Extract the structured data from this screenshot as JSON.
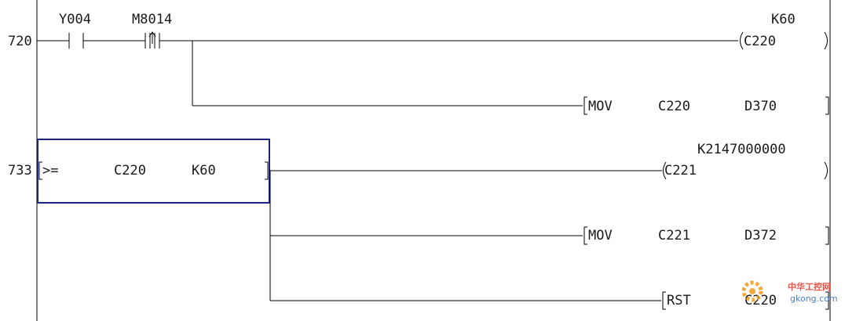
{
  "rung_720": {
    "step": "720",
    "contact1": "Y004",
    "contact2": "M8014",
    "coil_operand": "C220",
    "coil_setting": "K60",
    "instr": {
      "op": "MOV",
      "src": "C220",
      "dst": "D370"
    }
  },
  "rung_733": {
    "step": "733",
    "compare": {
      "op": ">=",
      "a": "C220",
      "b": "K60"
    },
    "coil_operand": "C221",
    "coil_setting": "K2147000000",
    "instr1": {
      "op": "MOV",
      "src": "C221",
      "dst": "D372"
    },
    "instr2": {
      "op": "RST",
      "arg": "C220"
    }
  },
  "watermark": {
    "brand": "中华工控网",
    "url": "gkong.com"
  },
  "colors": {
    "line": "#000000",
    "selection": "#1a237e",
    "watermark": "#f29a1d"
  }
}
